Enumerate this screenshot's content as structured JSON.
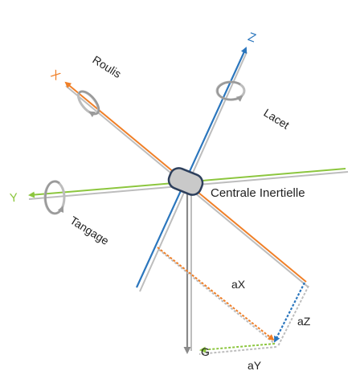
{
  "axes": {
    "x": {
      "label": "X",
      "color": "#f07f27"
    },
    "y": {
      "label": "Y",
      "color": "#8cc63e"
    },
    "z": {
      "label": "Z",
      "color": "#2b76bd"
    }
  },
  "rotations": {
    "roll": "Roulis",
    "yaw": "Lacet",
    "pitch": "Tangage"
  },
  "sensor": {
    "label": "Centrale Inertielle"
  },
  "gravity": {
    "label": "G"
  },
  "components": {
    "ax": "aX",
    "ay": "aY",
    "az": "aZ"
  },
  "colors": {
    "shadow": "#bdbdbd",
    "gravity": "#8a8a8a",
    "sensor_fill": "#c9c9c9",
    "sensor_stroke": "#2d3f5c",
    "rotation_icon": "#9a9a9a"
  }
}
